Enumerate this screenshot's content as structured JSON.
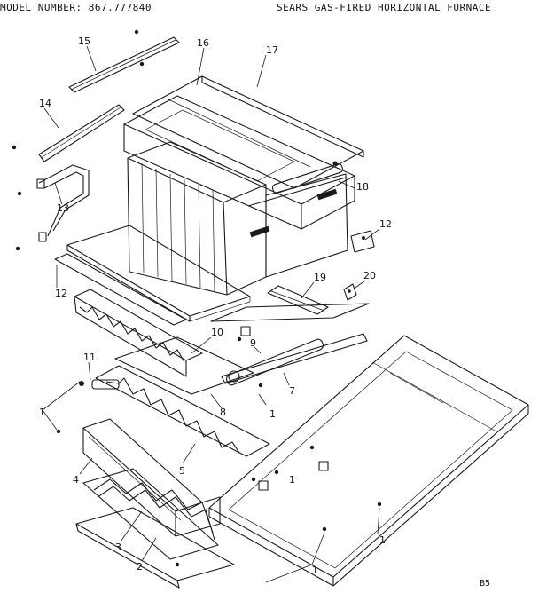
{
  "header": {
    "model_label": "MODEL NUMBER:",
    "model_number": "867.777840",
    "title": "SEARS GAS-FIRED HORIZONTAL FURNACE"
  },
  "footer": {
    "page_code": "B5"
  },
  "callouts": [
    {
      "id": "c15",
      "text": "15"
    },
    {
      "id": "c16",
      "text": "16"
    },
    {
      "id": "c17",
      "text": "17"
    },
    {
      "id": "c14",
      "text": "14"
    },
    {
      "id": "c13",
      "text": "13"
    },
    {
      "id": "c18",
      "text": "18"
    },
    {
      "id": "c12a",
      "text": "12"
    },
    {
      "id": "c12b",
      "text": "12"
    },
    {
      "id": "c19",
      "text": "19"
    },
    {
      "id": "c20",
      "text": "20"
    },
    {
      "id": "c10",
      "text": "10"
    },
    {
      "id": "c9",
      "text": "9"
    },
    {
      "id": "c11",
      "text": "11"
    },
    {
      "id": "c7",
      "text": "7"
    },
    {
      "id": "c8",
      "text": "8"
    },
    {
      "id": "c1a",
      "text": "1"
    },
    {
      "id": "c1b",
      "text": "1"
    },
    {
      "id": "c1c",
      "text": "1"
    },
    {
      "id": "c1d",
      "text": "1"
    },
    {
      "id": "c1e",
      "text": "1"
    },
    {
      "id": "c5",
      "text": "5"
    },
    {
      "id": "c4",
      "text": "4"
    },
    {
      "id": "c3",
      "text": "3"
    },
    {
      "id": "c2",
      "text": "2"
    }
  ]
}
